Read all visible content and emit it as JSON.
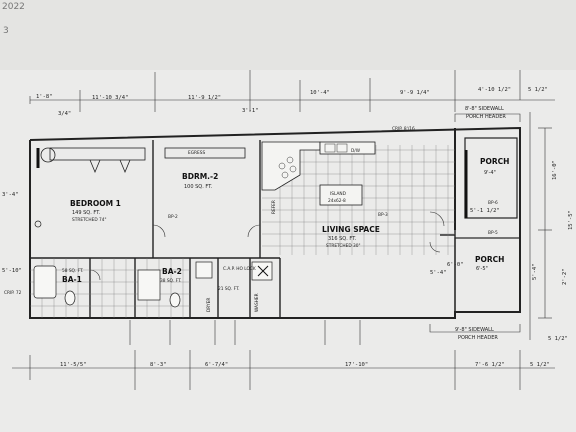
{
  "watermark": {
    "year": "2022",
    "page_mark": "3"
  },
  "rooms": {
    "bedroom1": {
      "name": "BEDROOM 1",
      "area": "149 SQ. FT.",
      "note": "STRETCHED 74\""
    },
    "bedroom2": {
      "name": "BDRM.-2",
      "area": "100 SQ. FT."
    },
    "living": {
      "name": "LIVING SPACE",
      "area": "316 SQ. FT.",
      "note": "STRETCHED 30\""
    },
    "island": {
      "name": "ISLAND",
      "size": "24x62-8"
    },
    "porch_top": {
      "name": "PORCH",
      "size": "9'-4\""
    },
    "porch_bottom": {
      "name": "PORCH",
      "size": "6'-5\""
    },
    "bath1": {
      "name": "BA-1",
      "area": "58 SQ. FT."
    },
    "bath2": {
      "name": "BA-2",
      "area": "38 SQ. FT."
    },
    "utility": {
      "area": "21 SQ. FT."
    },
    "egress": {
      "label": "EGRESS"
    },
    "washer": {
      "label": "WASHER"
    },
    "dryer": {
      "label": "DRYER"
    },
    "refer": {
      "label": "REFER"
    },
    "dw": {
      "label": "D/W"
    },
    "cap": {
      "label": "C.A.P. HO LOCK"
    },
    "crip": {
      "label": "CRIP. 8'/16"
    },
    "bp2": {
      "label": "BP-2"
    },
    "bp3": {
      "label": "BP-3"
    },
    "bp5": {
      "label": "BP-5"
    },
    "bp6": {
      "label": "BP-6"
    },
    "crip_left": {
      "label": "CRIP. 72"
    }
  },
  "headers": {
    "top": {
      "line1": "8'-8\" SIDEWALL",
      "line2": "PORCH HEADER"
    },
    "bottom": {
      "line1": "9'-8\" SIDEWALL",
      "line2": "PORCH HEADER"
    }
  },
  "dims_top": [
    "11'-10 3/4\"",
    "11'-9 1/2\"",
    "10'-4\"",
    "9'-9 1/4\"",
    "4'-10 1/2\"",
    "5 1/2\"",
    "1'-8\"",
    "3/4\"",
    "3'-1\""
  ],
  "dims_bottom": [
    "11'-5/5\"",
    "8'-3\"",
    "6'-7/4\"",
    "17'-10\"",
    "7'-6 1/2\"",
    "5 1/2\""
  ],
  "dims_right": [
    "15'-5\"",
    "5 1/2\"",
    "2'-2\"",
    "5'-4\""
  ],
  "dims_misc": [
    "3'-4\"",
    "5'-10\"",
    "5'-1 1/2\"",
    "6'-0\"",
    "5'-4\"",
    "16'-0\""
  ]
}
